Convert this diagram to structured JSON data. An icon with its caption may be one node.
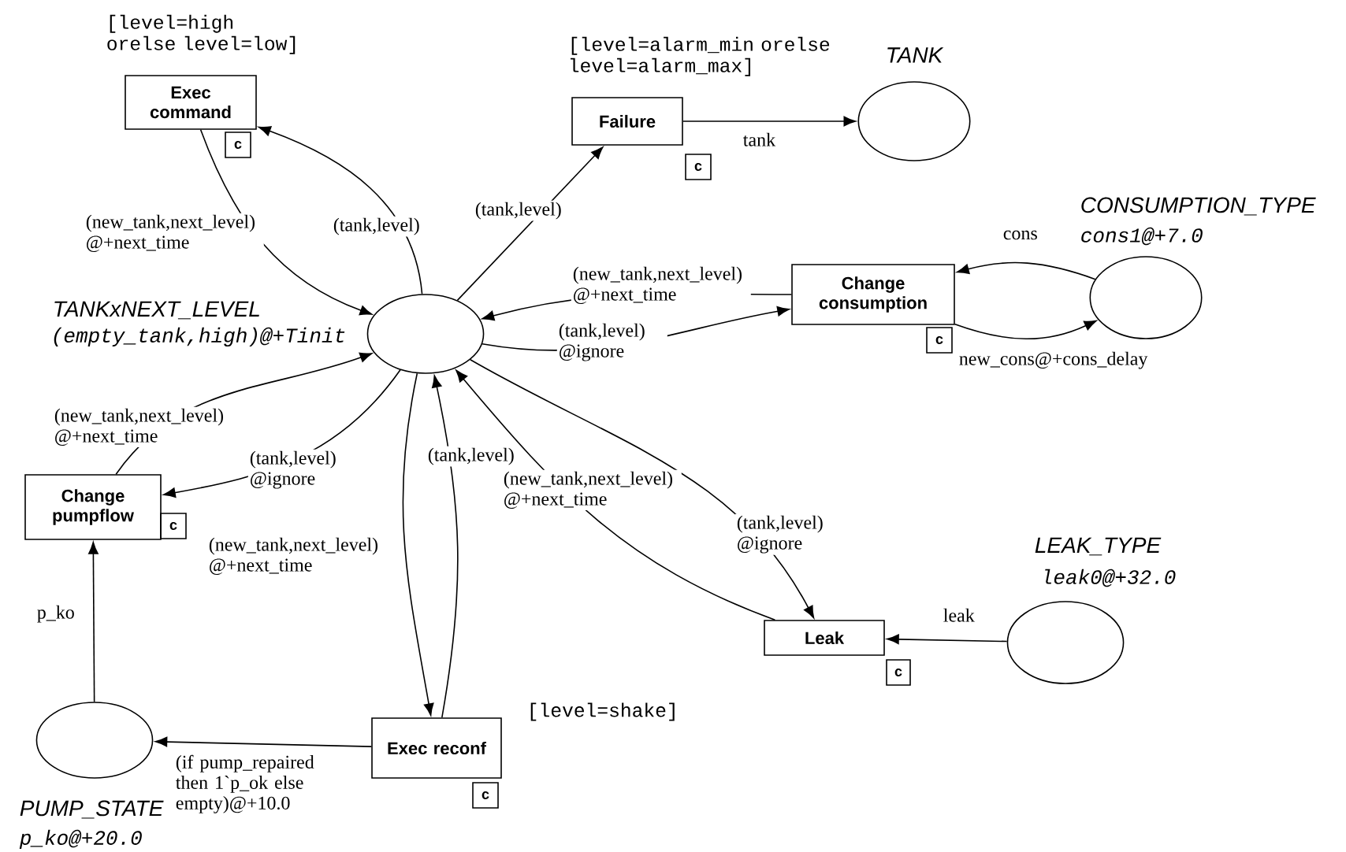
{
  "diagram": {
    "nodes": [
      {
        "text": [
          "Exec command"
        ],
        "beside": [
          "[level=high orelse level=low]"
        ]
      },
      {
        "text": [
          "Failure"
        ],
        "beside": [
          "[level=alarm_min orelse level=alarm_max]"
        ]
      },
      {
        "text": [],
        "shape": "circle",
        "beside": [
          "TANK"
        ]
      },
      {
        "text": [],
        "shape": "circle",
        "beside": [
          "TANKxNEXT_LEVEL",
          "(empty_tank,high)@+Tinit"
        ]
      },
      {
        "text": [
          "Change consumption"
        ]
      },
      {
        "text": [],
        "shape": "circle",
        "beside": [
          "CONSUMPTION_TYPE",
          "cons1@+7.0"
        ]
      },
      {
        "text": [
          "Change pumpflow"
        ]
      },
      {
        "text": [
          "Leak"
        ]
      },
      {
        "text": [],
        "shape": "circle",
        "beside": [
          "LEAK_TYPE",
          "leak0@+32.0"
        ]
      },
      {
        "text": [],
        "shape": "circle",
        "beside": [
          "PUMP_STATE",
          "p_ko@+20.0"
        ]
      },
      {
        "text": [
          "Exec reconf"
        ],
        "beside": [
          "[level=shake]"
        ]
      },
      {
        "text": [
          "c"
        ]
      },
      {
        "text": [
          "c"
        ]
      },
      {
        "text": [
          "c"
        ]
      },
      {
        "text": [
          "c"
        ]
      },
      {
        "text": [
          "c"
        ]
      },
      {
        "text": [
          "c"
        ]
      }
    ],
    "edges": [
      {
        "from": 3,
        "to": 0,
        "arrow": "to",
        "label": "(tank,level)"
      },
      {
        "from": 0,
        "to": 3,
        "arrow": "to",
        "label": "(new_tank,next_level) @+next_time"
      },
      {
        "from": 3,
        "to": 1,
        "arrow": "to",
        "label": "(tank,level)"
      },
      {
        "from": 1,
        "to": 2,
        "arrow": "to",
        "label": "tank"
      },
      {
        "from": 4,
        "to": 3,
        "arrow": "to",
        "label": "(new_tank,next_level) @+next_time"
      },
      {
        "from": 3,
        "to": 4,
        "arrow": "to",
        "label": "(tank,level) @ignore"
      },
      {
        "from": 5,
        "to": 4,
        "arrow": "to",
        "label": "cons"
      },
      {
        "from": 4,
        "to": 5,
        "arrow": "to",
        "label": "new_cons@+cons_delay"
      },
      {
        "from": 6,
        "to": 3,
        "arrow": "to",
        "label": "(new_tank,next_level) @+next_time"
      },
      {
        "from": 3,
        "to": 6,
        "arrow": "to",
        "label": "(tank,level) @ignore"
      },
      {
        "from": 9,
        "to": 6,
        "arrow": "to",
        "label": "p_ko"
      },
      {
        "from": 3,
        "to": 10,
        "arrow": "to",
        "label": "(new_tank,next_level) @+next_time"
      },
      {
        "from": 10,
        "to": 3,
        "arrow": "to",
        "label": "(tank,level)"
      },
      {
        "from": 3,
        "to": 7,
        "arrow": "to",
        "label": "(tank,level) @ignore"
      },
      {
        "from": 7,
        "to": 3,
        "arrow": "to",
        "label": "(new_tank,next_level) @+next_time"
      },
      {
        "from": 8,
        "to": 7,
        "arrow": "to",
        "label": "leak"
      },
      {
        "from": 10,
        "to": 9,
        "arrow": "to",
        "label": "(if pump_repaired then 1`p_ok else empty)@+10.0"
      }
    ]
  }
}
